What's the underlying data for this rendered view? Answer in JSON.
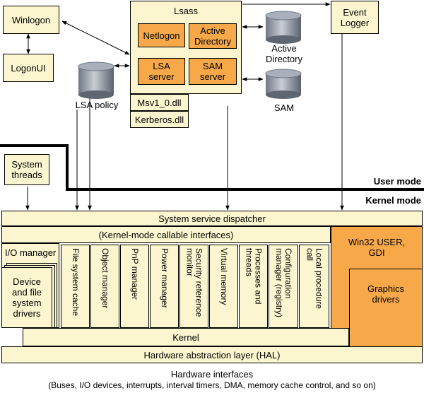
{
  "processes": {
    "winlogon": "Winlogon",
    "logonui": "LogonUI",
    "event_logger": "Event\nLogger",
    "system_threads": "System\nthreads"
  },
  "lsass": {
    "title": "Lsass",
    "netlogon": "Netlogon",
    "active_directory": "Active\nDirectory",
    "lsa_server": "LSA\nserver",
    "sam_server": "SAM\nserver",
    "msv1": "Msv1_0.dll",
    "kerberos": "Kerberos.dll"
  },
  "databases": {
    "lsa_policy": "LSA policy",
    "active_directory": "Active\nDirectory",
    "sam": "SAM"
  },
  "modes": {
    "user": "User mode",
    "kernel": "Kernel mode"
  },
  "kernel": {
    "dispatcher": "System service dispatcher",
    "callable": "(Kernel-mode callable interfaces)",
    "io_manager": "I/O manager",
    "device_drivers": "Device\nand file\nsystem\ndrivers",
    "columns": [
      "File system cache",
      "Object manager",
      "PnP manager",
      "Power manager",
      "Security reference\nmonitor",
      "Virtual memory",
      "Processes and\nthreads",
      "Configuration\nmanager (registry)",
      "Local procedure\ncall"
    ],
    "win32": "Win32 USER,\nGDI",
    "graphics": "Graphics\ndrivers",
    "kernel": "Kernel",
    "hal": "Hardware abstraction layer (HAL)"
  },
  "hardware": {
    "line1": "Hardware interfaces",
    "line2": "(Buses, I/O devices, interrupts, interval timers, DMA, memory cache control, and so on)"
  }
}
